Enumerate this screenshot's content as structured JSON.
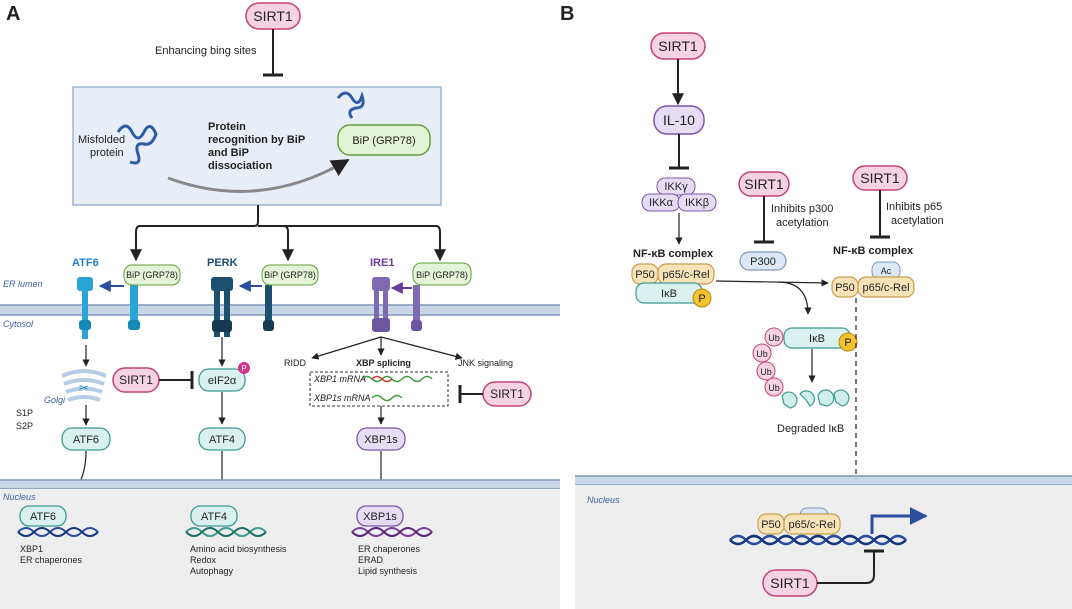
{
  "panel_a": {
    "letter": "A",
    "sirt1_top": "SIRT1",
    "enhance_label": "Enhancing bing sites",
    "misfolded_label_1": "Misfolded",
    "misfolded_label_2": "protein",
    "recognition_1": "Protein",
    "recognition_2": "recognition by BiP",
    "recognition_3": "and BiP",
    "recognition_4": "dissociation",
    "bip_box": "BiP (GRP78)",
    "er_lumen": "ER lumen",
    "cytosol": "Cytosol",
    "golgi": "Golgi",
    "nucleus": "Nucleus",
    "atf6": "ATF6",
    "perk": "PERK",
    "ire1": "IRE1",
    "bip_small": "BiP (GRP78)",
    "s1p": "S1P",
    "s2p": "S2P",
    "sirt1_mid": "SIRT1",
    "eif2a": "eIF2α",
    "p_badge": "P",
    "atf6_cyto": "ATF6",
    "atf4_cyto": "ATF4",
    "ridd": "RIDD",
    "xbp_splicing": "XBP splicing",
    "jnk": "JNK signaling",
    "xbp1_mrna": "XBP1 mRNA",
    "xbp1s_mrna": "XBP1s mRNA",
    "sirt1_right": "SIRT1",
    "xbp1s_cyto": "XBP1s",
    "atf6_nuc": "ATF6",
    "atf4_nuc": "ATF4",
    "xbp1s_nuc": "XBP1s",
    "atf6_targets": [
      "XBP1",
      "ER chaperones"
    ],
    "atf4_targets": [
      "Amino acid biosynthesis",
      "Redox",
      "Autophagy"
    ],
    "xbp1s_targets": [
      "ER chaperones",
      "ERAD",
      "Lipid synthesis"
    ]
  },
  "panel_b": {
    "letter": "B",
    "sirt1_top": "SIRT1",
    "il10": "IL-10",
    "ikkg": "IKKγ",
    "ikka": "IKKα",
    "ikkb": "IKKβ",
    "sirt1_p300": "SIRT1",
    "inhibits_p300_1": "Inhibits p300",
    "inhibits_p300_2": "acetylation",
    "p300": "P300",
    "sirt1_p65": "SIRT1",
    "inhibits_p65_1": "Inhibits p65",
    "inhibits_p65_2": "acetylation",
    "nfkb_left": "NF-κB complex",
    "nfkb_right": "NF-κB complex",
    "p50": "P50",
    "p65": "p65/c-Rel",
    "ikb": "IκB",
    "p": "P",
    "ac": "Ac",
    "ub": "Ub",
    "degraded": "Degraded IκB",
    "nucleus": "Nucleus",
    "sirt1_bottom": "SIRT1"
  },
  "colors": {
    "sirt1_fill": "#f6d3e3",
    "sirt1_stroke": "#c3437a",
    "purple_fill": "#e6dcf3",
    "purple_stroke": "#7b57a8",
    "green_fill": "#e4f4d6",
    "green_stroke": "#5f9f3f",
    "teal_fill": "#d9f1ef",
    "teal_stroke": "#3f9a91",
    "tan_fill": "#f8e3b8",
    "tan_stroke": "#c79e4e",
    "membrane": "#9fb3cc",
    "nucleus_bg": "#eeeeee"
  }
}
